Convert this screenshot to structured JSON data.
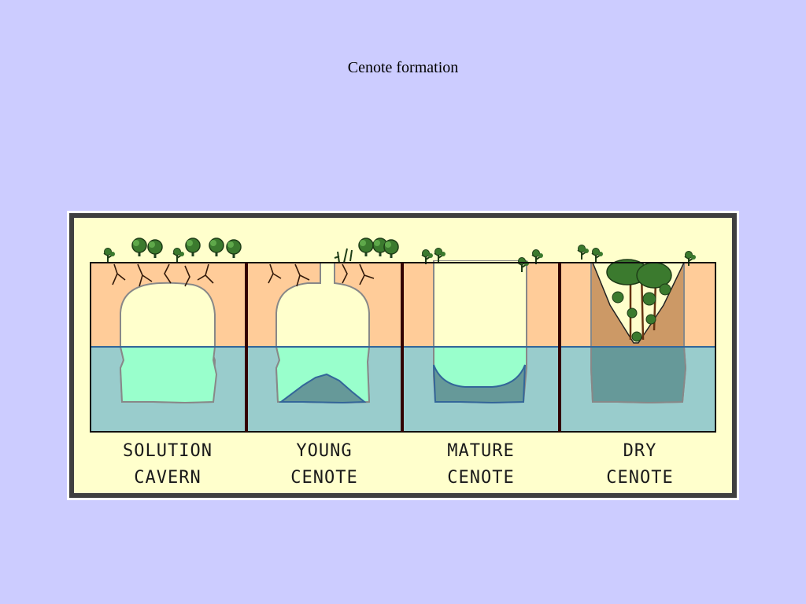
{
  "slide": {
    "title": "Cenote formation"
  },
  "figure": {
    "stages": [
      {
        "line1": "SOLUTION",
        "line2": "CAVERN"
      },
      {
        "line1": "YOUNG",
        "line2": "CENOTE"
      },
      {
        "line1": "MATURE",
        "line2": "CENOTE"
      },
      {
        "line1": "DRY",
        "line2": "CENOTE"
      }
    ],
    "colors": {
      "background": "#ccccff",
      "frame_outer": "#ffffff",
      "frame_border": "#3f3f3f",
      "paper": "#ffffcc",
      "limestone": "#ffcc99",
      "groundwater": "#99cccc",
      "cave_air": "#ffffcc",
      "cave_water": "#99ffcc",
      "collapse_debris": "#669999",
      "water_table": "#336699",
      "vegetation": "#336633",
      "divider": "#330000"
    }
  }
}
